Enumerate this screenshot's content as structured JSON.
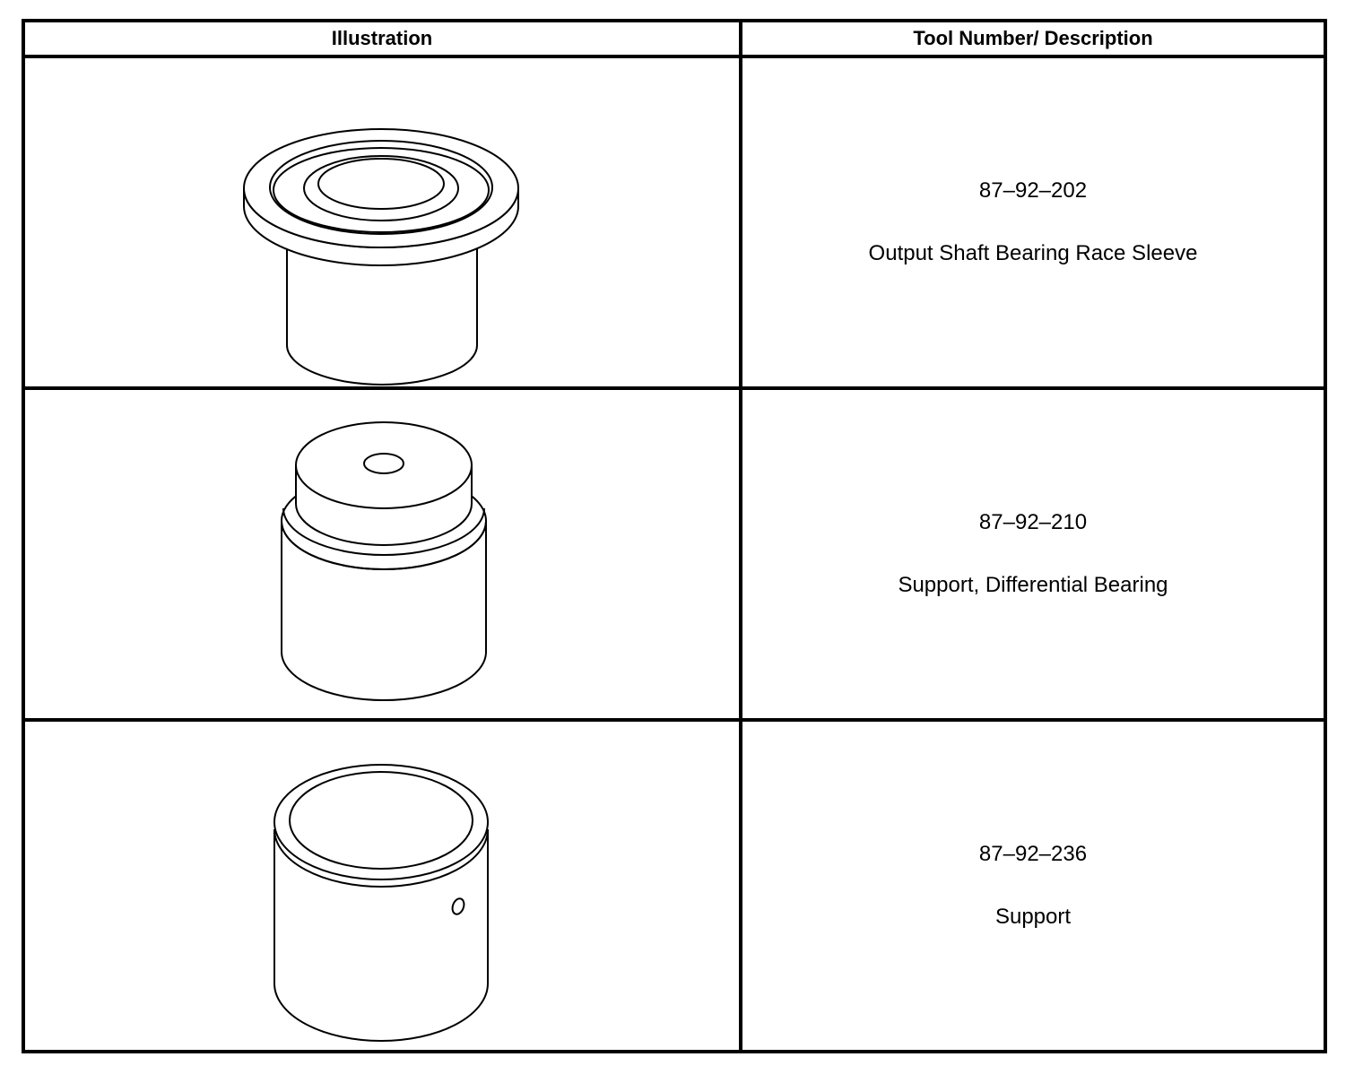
{
  "headers": {
    "illustration": "Illustration",
    "tool": "Tool Number/ Description"
  },
  "tools": [
    {
      "number": "87–92–202",
      "description": "Output Shaft Bearing Race Sleeve",
      "illustration": "flanged-sleeve-icon"
    },
    {
      "number": "87–92–210",
      "description": "Support, Differential Bearing",
      "illustration": "stepped-support-icon"
    },
    {
      "number": "87–92–236",
      "description": "Support",
      "illustration": "cylinder-support-icon"
    }
  ]
}
